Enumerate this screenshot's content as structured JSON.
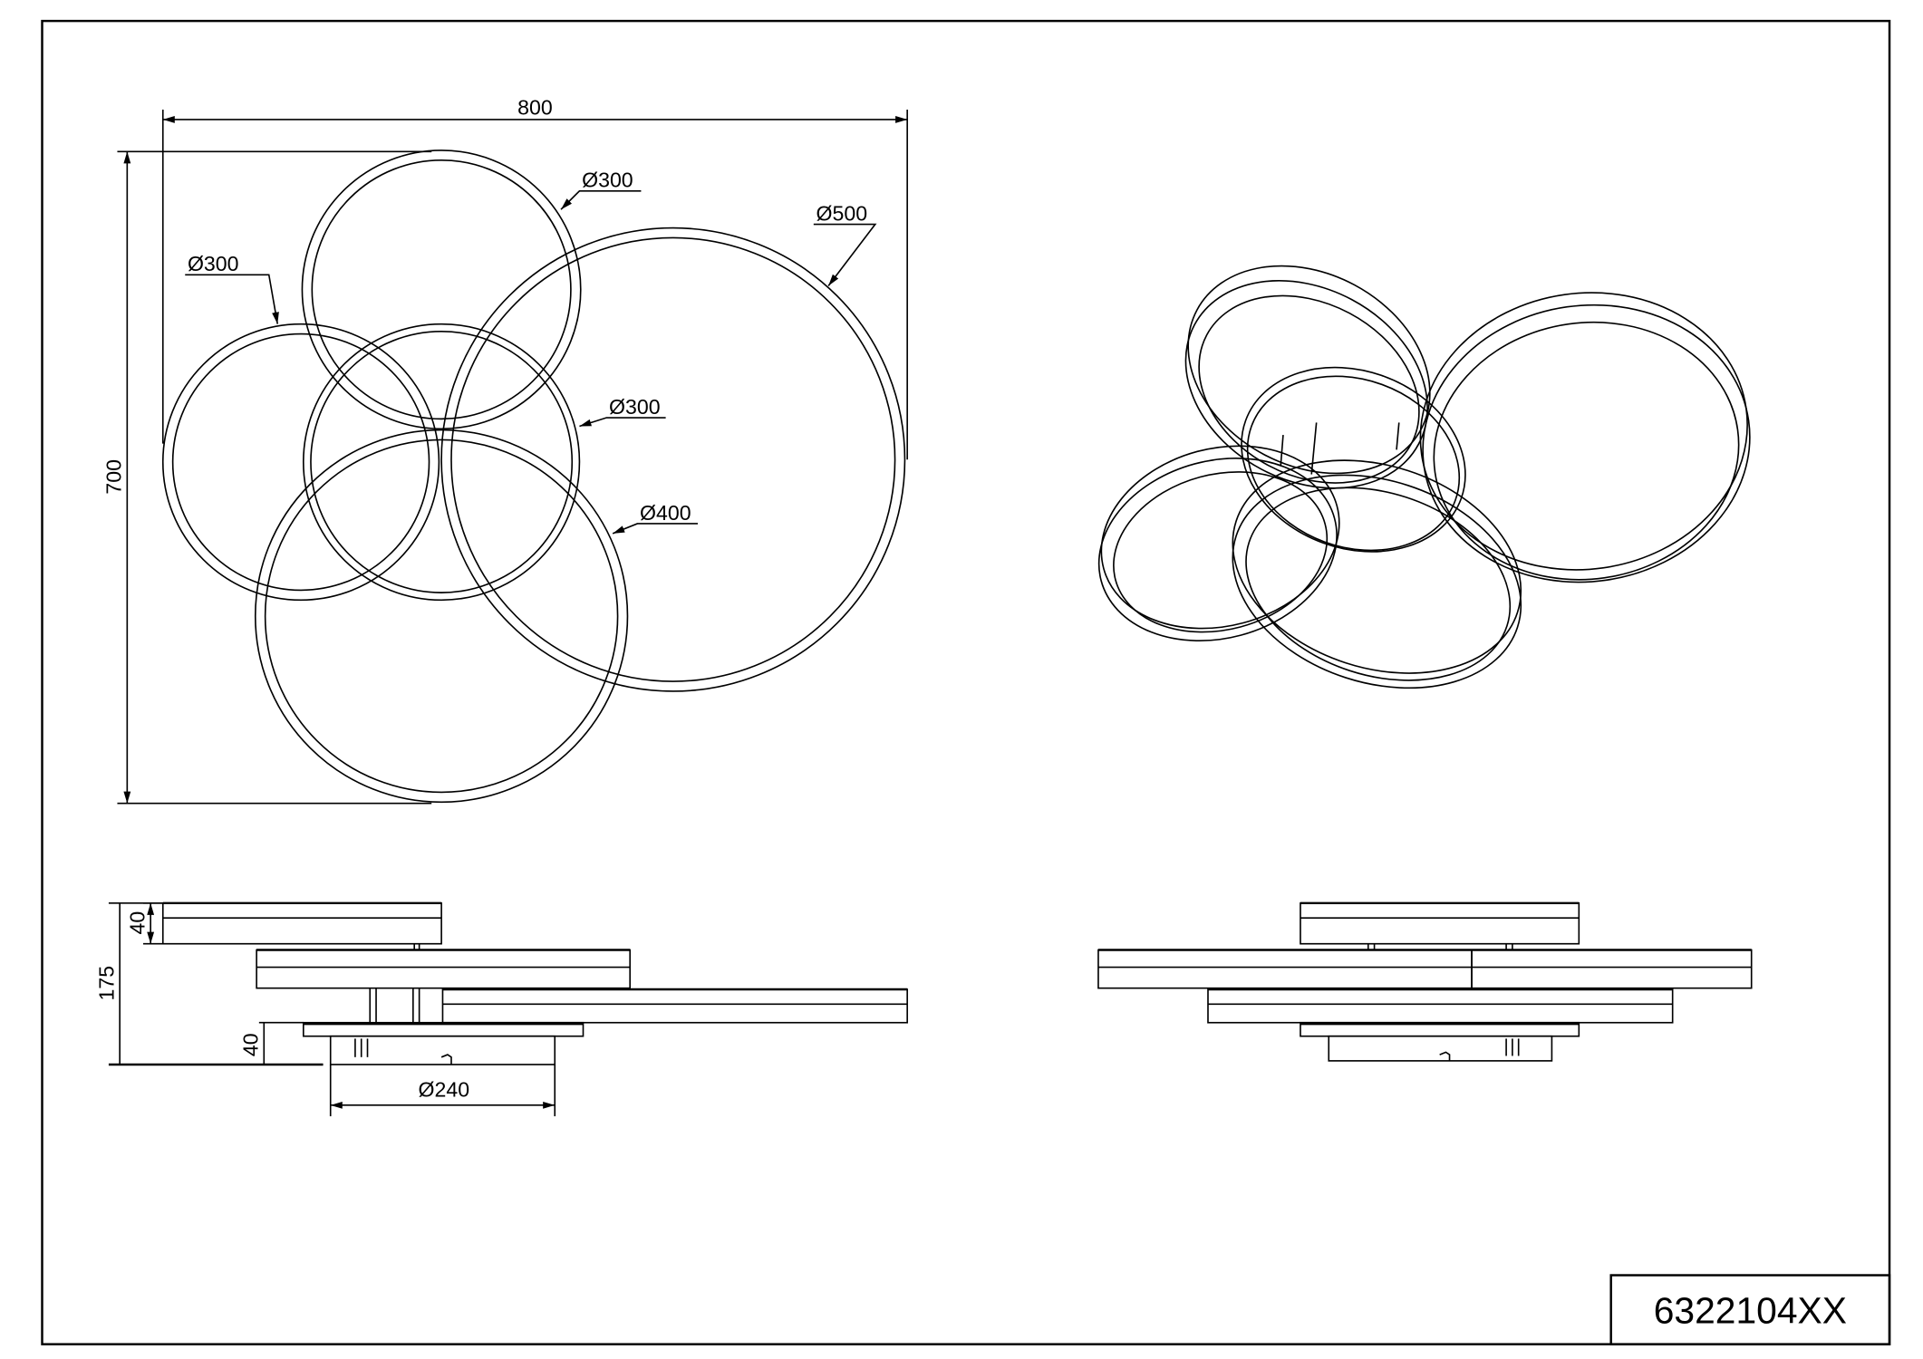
{
  "drawing": {
    "product_code": "6322104XX",
    "top_view": {
      "width_dimension": "800",
      "height_dimension": "700",
      "ring_labels": {
        "top": "Ø300",
        "left": "Ø300",
        "center": "Ø300",
        "large": "Ø500",
        "lower": "Ø400"
      }
    },
    "side_view": {
      "ring_height": "40",
      "total_height": "175",
      "canopy_height": "40",
      "canopy_diameter": "Ø240"
    },
    "colors": {
      "line": "#000000",
      "background": "#ffffff"
    }
  }
}
